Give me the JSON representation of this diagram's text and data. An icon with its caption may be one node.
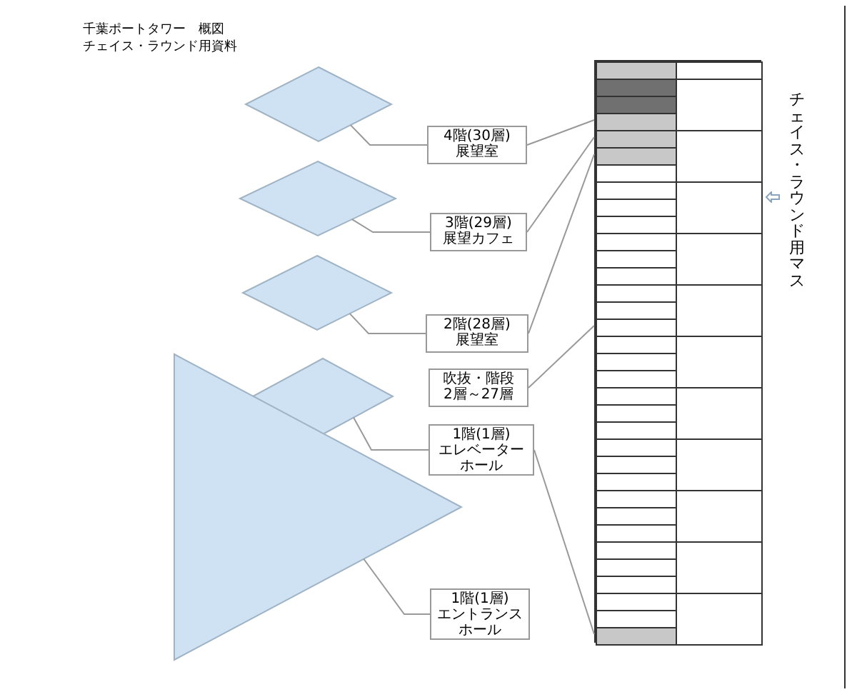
{
  "diagram": {
    "title": "千葉ポートタワー　概図",
    "nodes": [
      {
        "text": [],
        "shape": "diamond"
      },
      {
        "text": [],
        "shape": "diamond"
      },
      {
        "text": [],
        "shape": "diamond"
      },
      {
        "text": [],
        "shape": "diamond"
      },
      {
        "text": [],
        "shape": "triangle"
      },
      {
        "text": [
          "4階(30層)展望室"
        ]
      },
      {
        "text": [
          "3階(29層)展望カフェ"
        ]
      },
      {
        "text": [
          "2階(28層)展望室"
        ]
      },
      {
        "text": [
          "吹抜・階段2層～27層"
        ]
      },
      {
        "text": [
          "1階(1層)エレベーターホール"
        ]
      },
      {
        "text": [
          "1階(1層)エントランスホール"
        ]
      },
      {
        "text": [],
        "shape": "box"
      },
      {
        "text": [],
        "shape": "box",
        "in": 11
      },
      {
        "text": [],
        "shape": "box",
        "in": 11
      },
      {
        "text": [],
        "shape": "box",
        "in": 11
      },
      {
        "text": [],
        "shape": "box",
        "in": 11
      },
      {
        "text": [],
        "shape": "box",
        "in": 11
      }
    ],
    "edges": [
      {
        "from": 0,
        "to": 5,
        "arrow": "none"
      },
      {
        "from": 1,
        "to": 6,
        "arrow": "none"
      },
      {
        "from": 2,
        "to": 7,
        "arrow": "none"
      },
      {
        "from": 3,
        "to": 9,
        "arrow": "none"
      },
      {
        "from": 4,
        "to": 10,
        "arrow": "none"
      },
      {
        "from": 5,
        "to": 12,
        "arrow": "none"
      },
      {
        "from": 6,
        "to": 13,
        "arrow": "none"
      },
      {
        "from": 7,
        "to": 14,
        "arrow": "none"
      },
      {
        "from": 8,
        "to": 15,
        "arrow": "none"
      },
      {
        "from": 9,
        "to": 16,
        "arrow": "none"
      }
    ],
    "labels": [
      "チェイス・ラウンド用資料",
      "チェイス・ラウンド用マス"
    ]
  }
}
